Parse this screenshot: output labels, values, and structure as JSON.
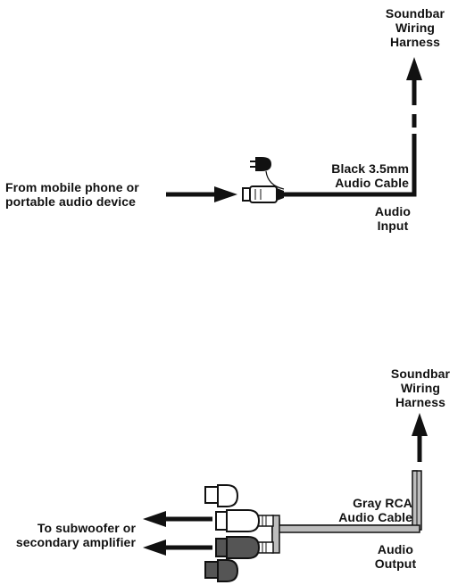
{
  "top_diagram": {
    "harness_label": "Soundbar\nWiring\nHarness",
    "source_label": "From mobile phone or\nportable audio device",
    "cable_label": "Black 3.5mm\nAudio Cable",
    "port_label": "Audio\nInput"
  },
  "bottom_diagram": {
    "harness_label": "Soundbar\nWiring\nHarness",
    "destination_label": "To subwoofer or\nsecondary amplifier",
    "cable_label": "Gray RCA\nAudio Cable",
    "port_label": "Audio\nOutput"
  },
  "colors": {
    "ink": "#111111",
    "gray_cable": "#bdbdbd",
    "dark_plug": "#555555"
  }
}
